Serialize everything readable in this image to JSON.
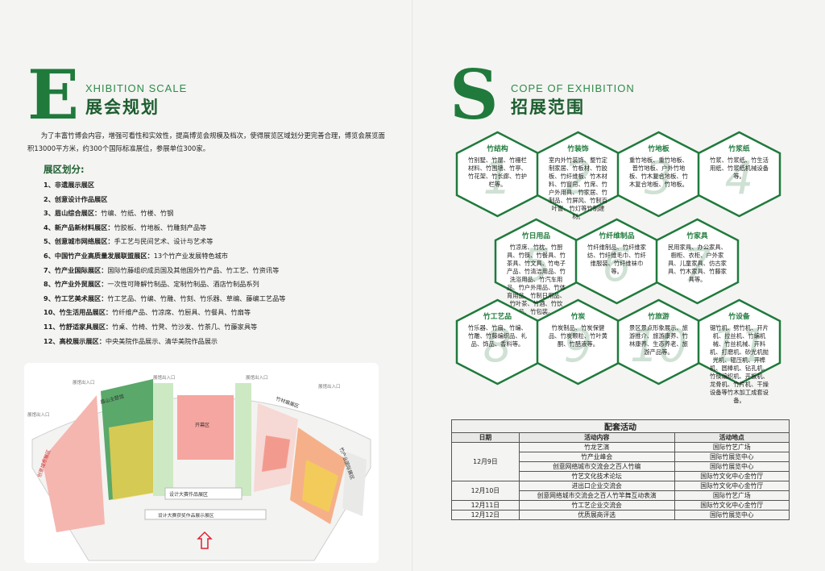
{
  "left": {
    "letter": "E",
    "en": "XHIBITION SCALE",
    "cn": "展会规划",
    "intro": "为了丰富竹博会内容，增强可看性和实效性，提高博览会规模及档次，使得展览区域划分更完善合理，博览会展览面积13000平方米，约300个国际标准展位，参展单位300家。",
    "zones_title": "展区划分:",
    "zones": [
      {
        "name": "1、非遗展示展区",
        "desc": ""
      },
      {
        "name": "2、创意设计作品展区",
        "desc": ""
      },
      {
        "name": "3、眉山综合展区：",
        "desc": "竹编、竹纸、竹楼、竹钢"
      },
      {
        "name": "4、新产品新材料展区：",
        "desc": "竹胶板、竹地板、竹雕刻产品等"
      },
      {
        "name": "5、创意城市网络展区：",
        "desc": "手工艺与民间艺术、设计与艺术等"
      },
      {
        "name": "6、中国竹产业高质量发展联盟展区：",
        "desc": "13个竹产业发展特色城市"
      },
      {
        "name": "7、竹产业国际展区：",
        "desc": "国际竹藤组织成员国及其他国外竹产品、竹工艺、竹资讯等"
      },
      {
        "name": "8、竹产业外贸展区：",
        "desc": "一次性可降解竹制品、定制竹制品、酒店竹制品系列"
      },
      {
        "name": "9、竹工艺美术展区：",
        "desc": "竹工艺品、竹编、竹雕、竹刻、竹乐器、草编、藤编工艺品等"
      },
      {
        "name": "10、竹生活用品展区：",
        "desc": "竹纤维产品、竹凉席、竹厨具、竹餐具、竹扇等"
      },
      {
        "name": "11、竹舒适家具展区：",
        "desc": "竹桌、竹椅、竹凳、竹沙发、竹茶几、竹藤家具等"
      },
      {
        "name": "12、高校展示展区：",
        "desc": "中央美院作品展示、清华美院作品展示"
      }
    ]
  },
  "right": {
    "letter": "S",
    "en": "COPE OF EXHIBITION",
    "cn": "招展范围",
    "hexes": [
      {
        "title": "竹结构",
        "num": "1",
        "text": "竹别墅、竹屋、竹栅栏材料、竹围墙、竹亭、竹花架、竹长廊、竹护栏等。"
      },
      {
        "title": "竹装饰",
        "num": "2",
        "text": "室内外竹装饰、整竹定制家居、竹板材、竹胶板、竹纤维板、竹木材料、竹窗帘、竹席、竹户外用具、竹家居、竹制品、竹屏风、竹制百叶窗、竹灯等竹制建材。"
      },
      {
        "title": "竹地板",
        "num": "3",
        "text": "重竹地板、重竹地板、普竹地板、户外竹地板、竹木复合地板、竹木复合地板、竹地板。"
      },
      {
        "title": "竹浆纸",
        "num": "4",
        "text": "竹浆、竹浆纸、竹生活用纸、竹浆纸机械设备等。"
      },
      {
        "title": "竹日用品",
        "num": "5",
        "text": "竹凉席、竹枕、竹厨具、竹筷、竹餐具、竹茶具、竹文具、竹电子产品、竹清洁用品、竹洗浴用品、竹汽车用品、竹户外用品、竹体育用品、竹制日用品、竹叶茶、竹酒、竹饮品、竹包装。"
      },
      {
        "title": "竹纤维制品",
        "num": "6",
        "text": "竹纤维制品、竹纤维家纺、竹纤维毛巾、竹纤维服装、竹纤维袜巾等。"
      },
      {
        "title": "竹家具",
        "num": "7",
        "text": "民用家具、办公家具、橱柜、衣柜、户外家具、儿童家具、仿古家具、竹木家具、竹藤家具等。"
      },
      {
        "title": "竹工艺品",
        "num": "8",
        "text": "竹乐器、竹扇、竹编、竹雕、竹藤编织品、礼品、饰品、香料等。"
      },
      {
        "title": "竹炭",
        "num": "9",
        "text": "竹炭制品、竹炭保健品、竹炭颗粒、竹叶黄酮、竹醋液等。"
      },
      {
        "title": "竹旅游",
        "num": "10",
        "text": "景区景点形象展示、旅游推介、旅游康养、竹林康养、生态养老、旅游产品等。"
      },
      {
        "title": "竹设备",
        "num": "11",
        "text": "锯竹机、劈竹机、开片机、拉丝机、竹编机械、竹丝机械、开料机、打磨机、砂光机抛光机、辊压机、开榫机、圆棒机、钻孔机、竹筷编织机、开板机、龙骨机、竹片机、干燥设备等竹木加工成套设备。"
      }
    ],
    "table": {
      "caption": "配套活动",
      "headers": [
        "日期",
        "活动内容",
        "活动地点"
      ],
      "rows": [
        [
          "12月9日",
          "竹龙艺演",
          "国际竹艺广场"
        ],
        [
          "",
          "竹产业峰会",
          "国际竹展览中心"
        ],
        [
          "",
          "创意网络城市交流会之百人竹编",
          "国际竹展览中心"
        ],
        [
          "",
          "竹艺文化技术论坛",
          "国际竹文化中心金竹厅"
        ],
        [
          "12月10日",
          "进出口企业交流会",
          "国际竹文化中心金竹厅"
        ],
        [
          "",
          "创意网络城市交流会之百人竹竿舞互动表演",
          "国际竹艺广场"
        ],
        [
          "12月11日",
          "竹工艺企业交流会",
          "国际竹文化中心金竹厅"
        ],
        [
          "12月12日",
          "优质展商评选",
          "国际竹展览中心"
        ]
      ]
    }
  },
  "map": {
    "labels": {
      "meishan": "眉山主题馆",
      "bamboo_garden": "竹材展展区",
      "creative": "创意城市展区",
      "intl": "竹产业国际展区",
      "center": "开幕区",
      "design": "设计大赛作品展区",
      "design2": "设计大赛获奖作品展示展区",
      "entrance1": "展馆出入口",
      "entrance2": "展馆出入口",
      "entrance3": "展馆出入口",
      "entrance4": "展馆出入口",
      "entrance5": "展馆出入口"
    }
  },
  "colors": {
    "green": "#1f7a3c",
    "light_green": "#cfe1d4"
  }
}
